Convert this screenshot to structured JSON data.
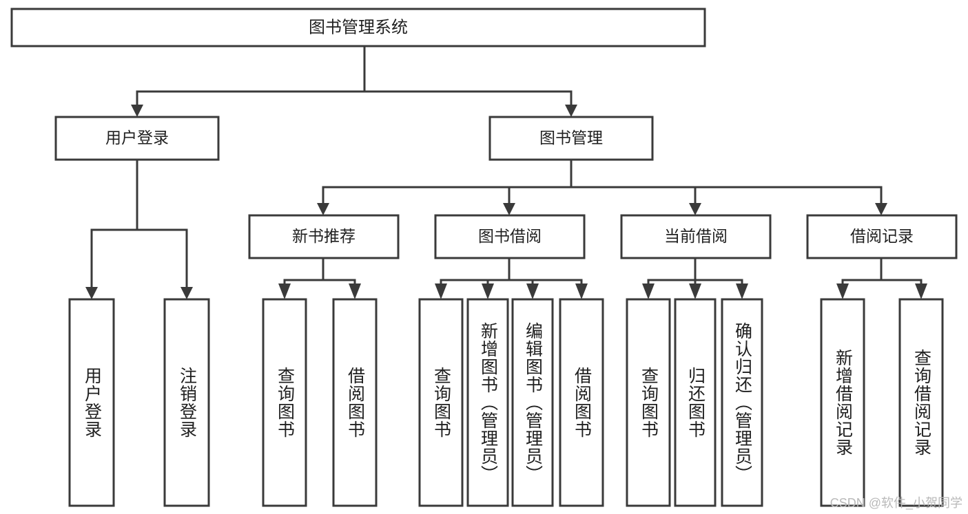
{
  "diagram": {
    "title": "图书管理系统",
    "type": "tree-hierarchy-diagram",
    "watermark": "CSDN @软件_小贺同学",
    "colors": {
      "stroke": "#3a3a3a",
      "fill": "#ffffff",
      "text": "#1f1f1f",
      "watermark": "#b9b9b9"
    },
    "levels": {
      "root": {
        "label": "图书管理系统"
      },
      "level2": [
        {
          "id": "user-login",
          "label": "用户登录"
        },
        {
          "id": "book-management",
          "label": "图书管理"
        }
      ],
      "level3": [
        {
          "id": "new-book-recommend",
          "label": "新书推荐"
        },
        {
          "id": "book-borrow",
          "label": "图书借阅"
        },
        {
          "id": "current-borrow",
          "label": "当前借阅"
        },
        {
          "id": "borrow-record",
          "label": "借阅记录"
        }
      ],
      "leaves": {
        "user_login": [
          {
            "id": "leaf-user-login",
            "label": "用户登录"
          },
          {
            "id": "leaf-logout",
            "label": "注销登录"
          }
        ],
        "new_book_recommend": [
          {
            "id": "leaf-query-book-1",
            "label": "查询图书"
          },
          {
            "id": "leaf-borrow-book-1",
            "label": "借阅图书"
          }
        ],
        "book_borrow": [
          {
            "id": "leaf-query-book-2",
            "label": "查询图书"
          },
          {
            "id": "leaf-add-book",
            "label": "新增图书（管理员）"
          },
          {
            "id": "leaf-edit-book",
            "label": "编辑图书（管理员）"
          },
          {
            "id": "leaf-borrow-book-2",
            "label": "借阅图书"
          }
        ],
        "current_borrow": [
          {
            "id": "leaf-query-book-3",
            "label": "查询图书"
          },
          {
            "id": "leaf-return-book",
            "label": "归还图书"
          },
          {
            "id": "leaf-confirm-return",
            "label": "确认归还（管理员）"
          }
        ],
        "borrow_record": [
          {
            "id": "leaf-add-record",
            "label": "新增借阅记录"
          },
          {
            "id": "leaf-query-record",
            "label": "查询借阅记录"
          }
        ]
      }
    }
  }
}
